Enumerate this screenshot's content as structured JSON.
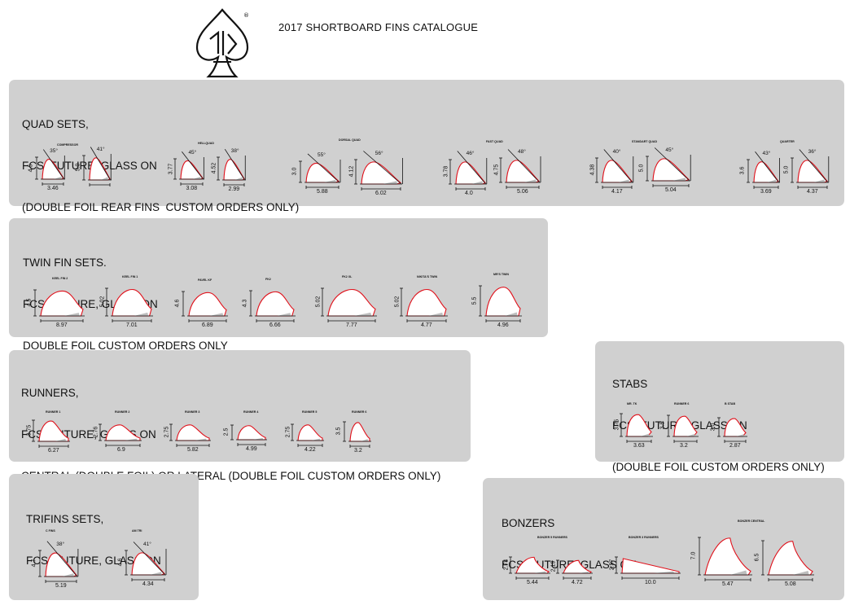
{
  "title": "2017 SHORTBOARD FINS CATALOGUE",
  "logo": {
    "icon": "fins-spade-logo-icon",
    "mark": "®"
  },
  "sections": {
    "quad": {
      "heading": [
        "QUAD SETS,",
        "FCS, FUTURE, GLASS ON",
        "(DOUBLE FOIL REAR FINS  CUSTOM ORDERS ONLY)"
      ],
      "groups": [
        {
          "label": "COMPRESSOR",
          "fins": [
            {
              "h": "4.5",
              "w": "3.46",
              "angle": "35°"
            },
            {
              "h": "5.0",
              "w": "",
              "angle": "41°"
            }
          ]
        },
        {
          "label": "HELLQUAD",
          "fins": [
            {
              "h": "3.77",
              "w": "3.08",
              "angle": "45°"
            },
            {
              "h": "4.52",
              "w": "2.99",
              "angle": "38°"
            }
          ]
        },
        {
          "label": "DORSAL QUAD",
          "fins": [
            {
              "h": "3.0",
              "w": "5.88",
              "angle": "55°"
            },
            {
              "h": "4.12",
              "w": "6.02",
              "angle": "56°"
            }
          ]
        },
        {
          "label": "FAST QUAD",
          "fins": [
            {
              "h": "3.78",
              "w": "4.0",
              "angle": "46°"
            },
            {
              "h": "4.75",
              "w": "5.06",
              "angle": "48°"
            }
          ]
        },
        {
          "label": "STANDART QUAD",
          "fins": [
            {
              "h": "4.38",
              "w": "4.17",
              "angle": "40°"
            },
            {
              "h": "5.0",
              "w": "5.04",
              "angle": "45°"
            }
          ]
        },
        {
          "label": "QUARTER",
          "fins": [
            {
              "h": "3.6",
              "w": "3.69",
              "angle": "43°"
            },
            {
              "h": "5.0",
              "w": "4.37",
              "angle": "36°"
            }
          ]
        }
      ]
    },
    "twin": {
      "heading": [
        "TWIN FIN SETS.",
        "FCS, FUTURE, GLASS ON",
        "DOUBLE FOIL CUSTOM ORDERS ONLY"
      ],
      "fins": [
        {
          "label": "KEEL FIN 2",
          "h": "4.5",
          "w": "8.97"
        },
        {
          "label": "KEEL FIN 1",
          "h": "5.02",
          "w": "7.01"
        },
        {
          "label": "PAVEL KF",
          "h": "4.6",
          "w": "6.89"
        },
        {
          "label": "FK2",
          "h": "4.3",
          "w": "6.66"
        },
        {
          "label": "FK2 XL",
          "h": "5.02",
          "w": "7.77"
        },
        {
          "label": "NIKITA'S TWIN",
          "h": "5.02",
          "w": "4.77"
        },
        {
          "label": "MR'S TWIN",
          "h": "5.5",
          "w": "4.96"
        }
      ]
    },
    "runners": {
      "heading": [
        "RUNNERS,",
        "FCS, FUTURE, GLASS ON",
        "CENTRAL (DOUBLE FOIL) OR LATERAL (DOUBLE FOIL CUSTOM ORDERS ONLY)"
      ],
      "fins": [
        {
          "label": "RUNNER 1",
          "h": "3.75",
          "w": "6.27"
        },
        {
          "label": "RUNNER 2",
          "h": "2.76",
          "w": "6.9"
        },
        {
          "label": "RUNNER 3",
          "h": "2.75",
          "w": "5.82"
        },
        {
          "label": "RUNNER 4",
          "h": "2.5",
          "w": "4.99"
        },
        {
          "label": "RUNNER 5",
          "h": "2.75",
          "w": "4.22"
        },
        {
          "label": "RUNNER 6",
          "h": "3.5",
          "w": "3.2"
        }
      ]
    },
    "stabs": {
      "heading": [
        "STABS",
        "FCS, FUTURE, GLASS ON",
        "(DOUBLE FOIL CUSTOM ORDERS ONLY)"
      ],
      "fins": [
        {
          "label": "MR. TK",
          "h": "3.75",
          "w": "3.63"
        },
        {
          "label": "RUNNER 6",
          "h": "3.5",
          "w": "3.2"
        },
        {
          "label": "B STAB",
          "h": "3.0",
          "w": "2.87"
        }
      ]
    },
    "trifins": {
      "heading": [
        "TRIFINS SETS,",
        "FCS, FUTURE, GLASS ON"
      ],
      "fins": [
        {
          "label": "C FINS",
          "h": "4.7",
          "w": "5.19",
          "angle": "38°"
        },
        {
          "label": "AM TRI",
          "h": "4.6",
          "w": "4.34",
          "angle": "41°"
        }
      ]
    },
    "bonzers": {
      "heading": [
        "BONZERS",
        "FCS, FUTURE, GLASS ON"
      ],
      "groups": [
        {
          "label": "BONZER 5 RUNNERS",
          "fins": [
            {
              "h": "2.74",
              "w": "5.44"
            },
            {
              "h": "2.19",
              "w": "4.72"
            }
          ]
        },
        {
          "label": "BONZER 3 RUNNERS",
          "fins": [
            {
              "h": "2.57",
              "w": "10.0"
            }
          ]
        },
        {
          "label": "BONZER CENTRAL",
          "fins": [
            {
              "h": "7.0",
              "w": "5.47"
            },
            {
              "h": "6.5",
              "w": "5.08"
            }
          ]
        }
      ]
    }
  },
  "colors": {
    "panel": "#d0d0d0",
    "fin_outline": "#e0101a",
    "fin_fill": "#ffffff",
    "fin_shade": "#bdbdbd",
    "ink": "#111111"
  }
}
